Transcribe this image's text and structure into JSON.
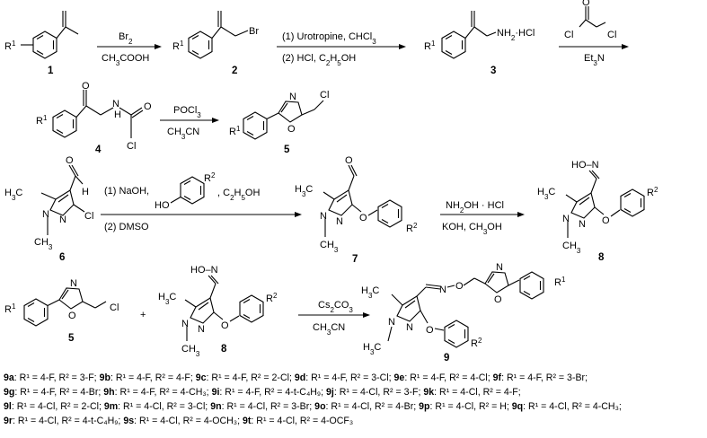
{
  "compounds": {
    "c1": {
      "id": "1",
      "sub": "R",
      "sup": "1"
    },
    "c2": {
      "id": "2",
      "sub": "R",
      "sup": "1",
      "br": "Br"
    },
    "c3": {
      "id": "3",
      "sub": "R",
      "sup": "1",
      "amine": "NH",
      "amine_sub": "2",
      "salt": "·HCl"
    },
    "c4": {
      "id": "4",
      "sub": "R",
      "sup": "1",
      "cl": "Cl",
      "nh": "H",
      "n": "N"
    },
    "c5": {
      "id": "5",
      "sub": "R",
      "sup": "1",
      "cl": "Cl",
      "o": "O",
      "n": "N"
    },
    "c6": {
      "id": "6",
      "cl": "Cl",
      "h": "H",
      "n": "N",
      "n2": "N",
      "me": "CH",
      "me_sub": "3",
      "h3c": "H",
      "h3c_sub": "3",
      "h3c_c": "C"
    },
    "c7": {
      "id": "7",
      "sub": "R",
      "sup": "2",
      "o": "O"
    },
    "c8": {
      "id": "8",
      "oxime": "HO–N",
      "sub": "R",
      "sup": "2",
      "o": "O"
    },
    "c9": {
      "id": "9",
      "sub": "R",
      "sup": "1",
      "sub2": "R",
      "sup2": "2",
      "n": "N",
      "o": "O"
    }
  },
  "reagents": {
    "r1_top": "Br",
    "r1_top_sub": "2",
    "r1_bottom": "CH",
    "r1_bottom_sub": "3",
    "r1_bottom_tail": "COOH",
    "r2_top": "(1) Urotropine, CHCl",
    "r2_top_sub": "3",
    "r2_bottom": "(2) HCl, C",
    "r2_bottom_sub1": "2",
    "r2_bottom_mid": "H",
    "r2_bottom_sub2": "5",
    "r2_bottom_tail": "OH",
    "r3_bottom": "Et",
    "r3_bottom_sub": "3",
    "r3_bottom_tail": "N",
    "r4_top": "POCl",
    "r4_top_sub": "3",
    "r4_bottom": "CH",
    "r4_bottom_sub": "3",
    "r4_bottom_tail": "CN",
    "r5_top": "(1) NaOH,",
    "r5_top_tail": ", C",
    "r5_top_sub1": "2",
    "r5_top_mid": "H",
    "r5_top_sub2": "5",
    "r5_top_end": "OH",
    "r5_phenol_ho": "HO",
    "r5_bottom": "(2) DMSO",
    "r6_top": "NH",
    "r6_top_sub": "2",
    "r6_top_tail": "OH · HCl",
    "r6_bottom": "KOH, CH",
    "r6_bottom_sub": "3",
    "r6_bottom_tail": "OH",
    "r7_top": "Cs",
    "r7_top_sub1": "2",
    "r7_top_mid": "CO",
    "r7_top_sub2": "3",
    "r7_bottom": "CH",
    "r7_bottom_sub": "3",
    "r7_bottom_tail": "CN",
    "plus": "+"
  },
  "legend": [
    {
      "id": "9a",
      "text": ": R¹ = 4-F, R² = 3-F; "
    },
    {
      "id": "9b",
      "text": ": R¹ = 4-F, R² = 4-F; "
    },
    {
      "id": "9c",
      "text": ": R¹ = 4-F, R² = 2-Cl; "
    },
    {
      "id": "9d",
      "text": ": R¹ = 4-F, R² = 3-Cl; "
    },
    {
      "id": "9e",
      "text": ": R¹ = 4-F, R² = 4-Cl; "
    },
    {
      "id": "9f",
      "text": ": R¹ = 4-F, R² = 3-Br; "
    },
    {
      "id": "9g",
      "text": ": R¹ = 4-F, R² = 4-Br; "
    },
    {
      "id": "9h",
      "text": ": R¹ = 4-F, R² = 4-CH₃; "
    },
    {
      "id": "9i",
      "text": ": R¹ = 4-F, R² = 4-t-C₄H₉; "
    },
    {
      "id": "9j",
      "text": ": R¹ = 4-Cl, R² = 3-F; "
    },
    {
      "id": "9k",
      "text": ": R¹ = 4-Cl, R² = 4-F; "
    },
    {
      "id": "9l",
      "text": ": R¹ = 4-Cl, R² = 2-Cl; "
    },
    {
      "id": "9m",
      "text": ": R¹ = 4-Cl, R² = 3-Cl; "
    },
    {
      "id": "9n",
      "text": ": R¹ = 4-Cl, R² = 3-Br; "
    },
    {
      "id": "9o",
      "text": ": R¹ = 4-Cl, R² = 4-Br; "
    },
    {
      "id": "9p",
      "text": ": R¹ = 4-Cl, R² = H; "
    },
    {
      "id": "9q",
      "text": ": R¹ = 4-Cl, R² = 4-CH₃; "
    },
    {
      "id": "9r",
      "text": ": R¹ = 4-Cl, R² = 4-t-C₄H₉; "
    },
    {
      "id": "9s",
      "text": ": R¹ = 4-Cl, R² = 4-OCH₃; "
    },
    {
      "id": "9t",
      "text": ": R¹ = 4-Cl, R² = 4-OCF₃"
    }
  ]
}
